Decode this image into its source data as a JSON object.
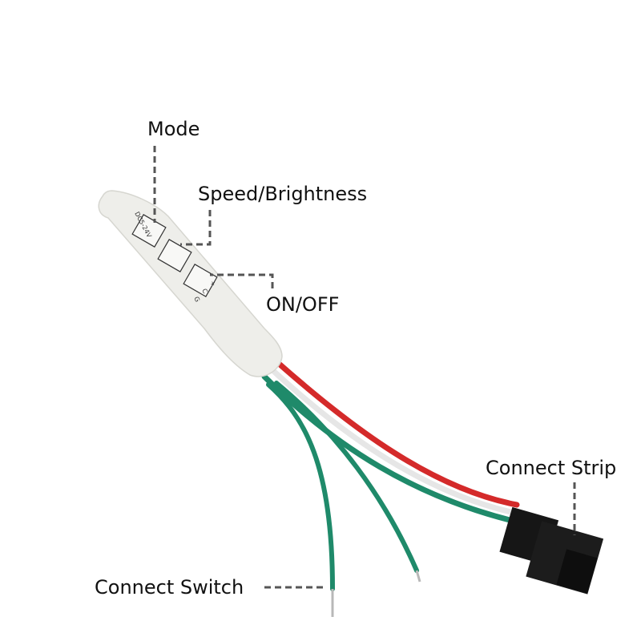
{
  "labels": {
    "mode": "Mode",
    "speed_brightness": "Speed/Brightness",
    "on_off": "ON/OFF",
    "connect_strip": "Connect Strip",
    "connect_switch": "Connect Switch"
  },
  "controller": {
    "voltage_text": "DC5-24V",
    "pin_plus": "+",
    "pin_c": "C",
    "pin_g": "G"
  },
  "colors": {
    "wire_red": "#d42a2a",
    "wire_green": "#1f8a6a",
    "wire_white": "#f2f2f2",
    "controller_body": "#eeeeea",
    "connector": "#161616",
    "leader_line": "#555555"
  }
}
